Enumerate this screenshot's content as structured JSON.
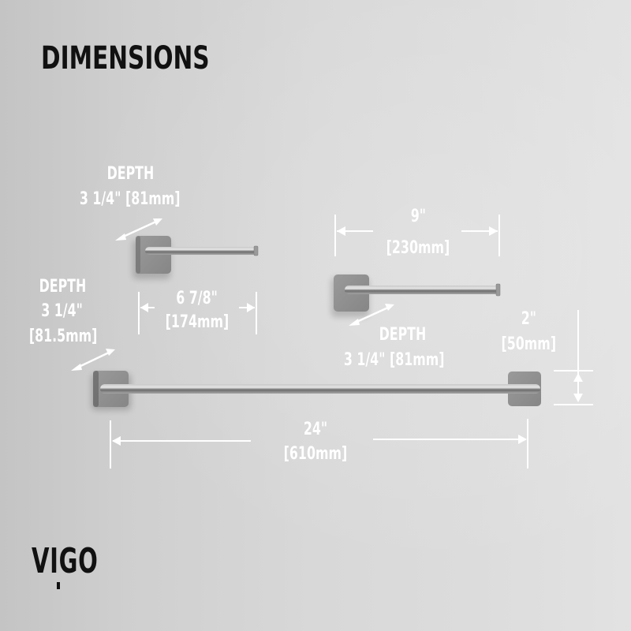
{
  "title": "DIMENSIONS",
  "brand": {
    "logo_text": "VIGO"
  },
  "products": [
    {
      "name": "toilet-paper-holder",
      "depth_label": "DEPTH",
      "depth_value": "3 1/4\" [81mm]",
      "width_in": "6 7/8\"",
      "width_mm": "[174mm]"
    },
    {
      "name": "hand-towel-bar",
      "depth_label": "DEPTH",
      "depth_value": "3 1/4\" [81mm]",
      "width_in": "9\"",
      "width_mm": "[230mm]"
    },
    {
      "name": "towel-bar",
      "depth_label": "DEPTH",
      "depth_line1": "3 1/4\"",
      "depth_line2": "[81.5mm]",
      "width_in": "24\"",
      "width_mm": "[610mm]",
      "height_in": "2\"",
      "height_mm": "[50mm]"
    }
  ],
  "colors": {
    "background": "#d6d6d6",
    "annotation": "#ffffff",
    "text_dark": "#111111",
    "metal_plate": "#8e8e8e",
    "metal_bar": "#9a9a9a"
  }
}
